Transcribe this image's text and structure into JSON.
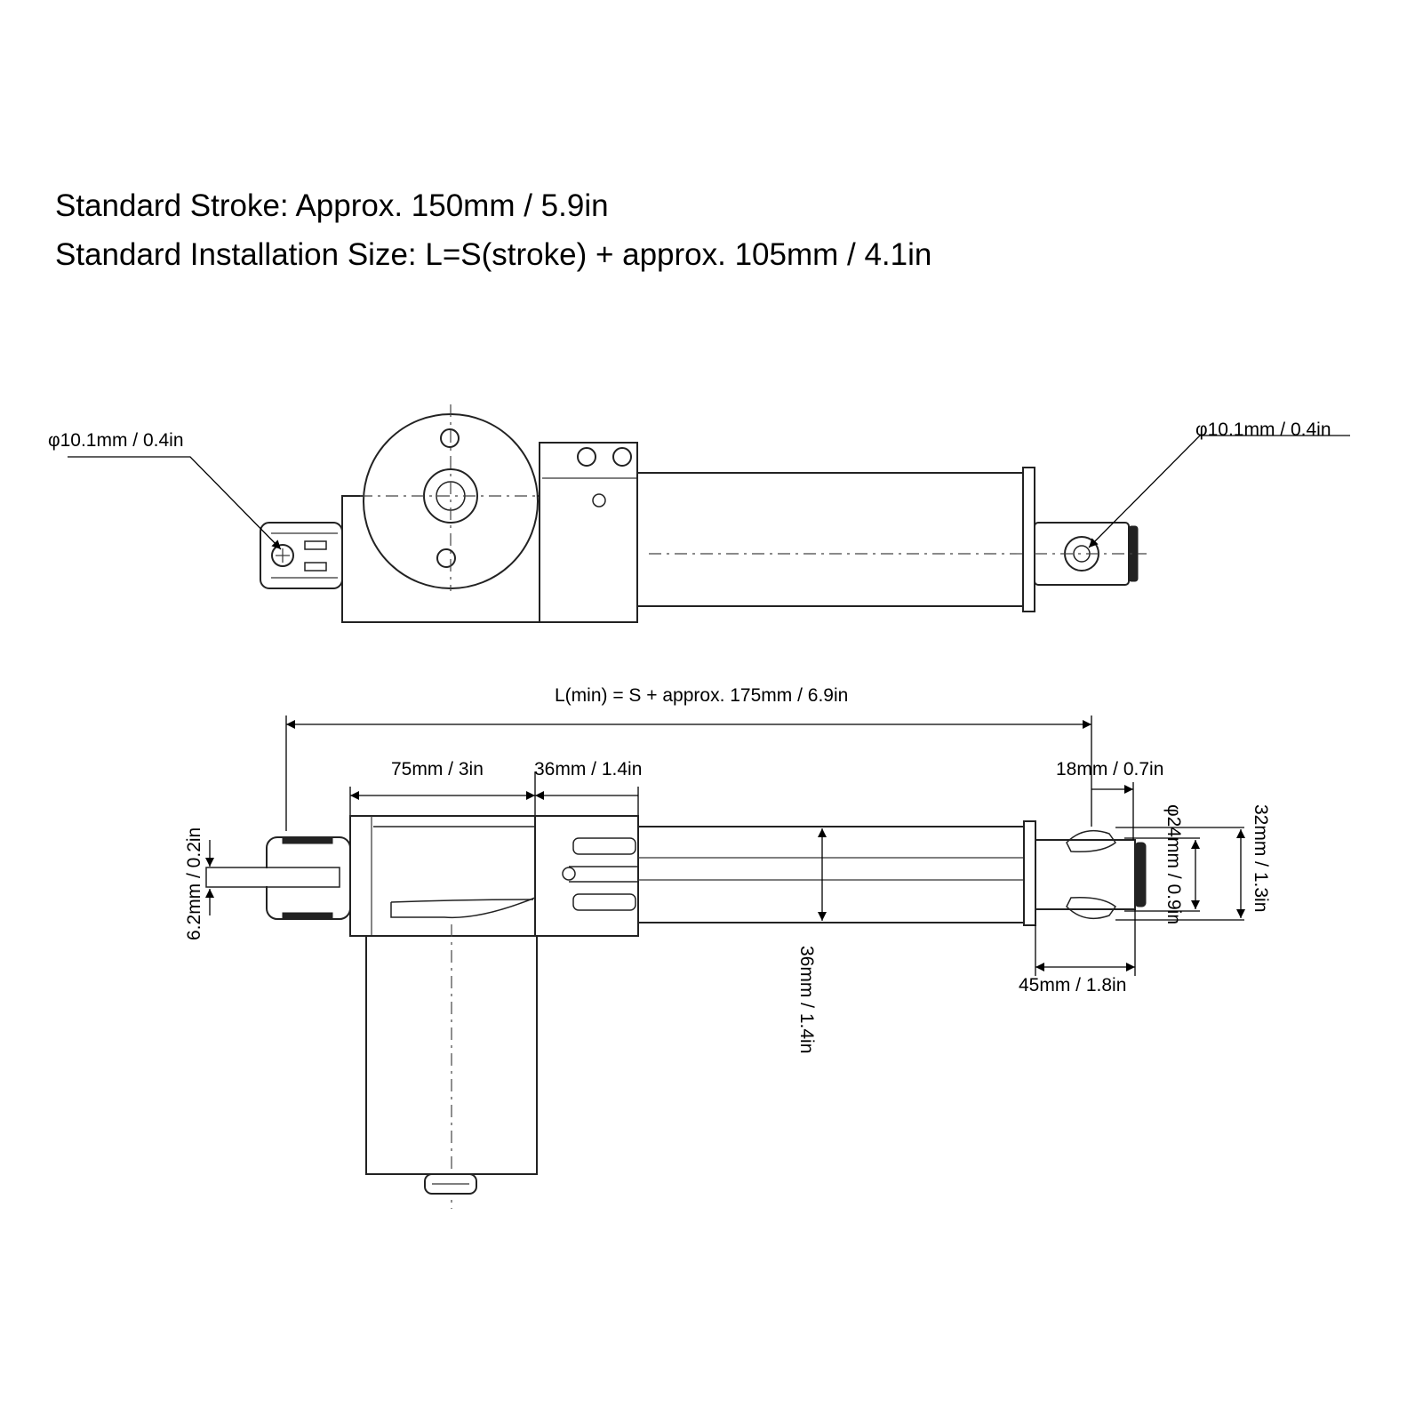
{
  "header": {
    "stroke_line": "Standard Stroke: Approx. 150mm / 5.9in",
    "install_line": "Standard Installation Size: L=S(stroke) + approx. 105mm / 4.1in"
  },
  "top_view": {
    "left_hole_label": "φ10.1mm / 0.4in",
    "right_hole_label": "φ10.1mm / 0.4in"
  },
  "side_view": {
    "length_label": "L(min) = S + approx. 175mm / 6.9in",
    "gearbox_label": "75mm / 3in",
    "housing_label": "36mm / 1.4in",
    "rod_end_width_label": "18mm / 0.7in",
    "slot_label": "6.2mm / 0.2in",
    "tube_diameter_label": "36mm / 1.4in",
    "rod_end_length_label": "45mm / 1.8in",
    "rod_diameter_label": "φ24mm / 0.9in",
    "rod_end_height_label": "32mm / 1.3in"
  }
}
